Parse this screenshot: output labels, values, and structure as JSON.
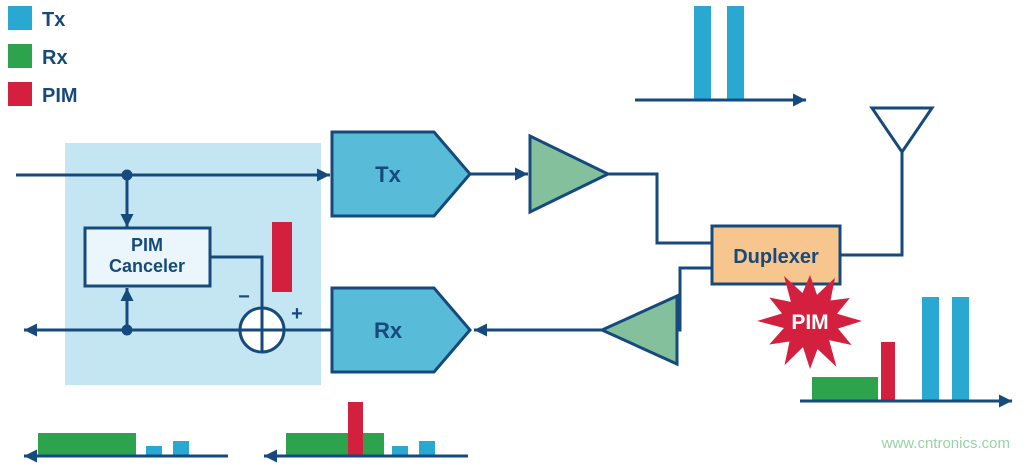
{
  "legend": {
    "items": [
      {
        "label": "Tx",
        "color": "#29A8D2"
      },
      {
        "label": "Rx",
        "color": "#2EA34D"
      },
      {
        "label": "PIM",
        "color": "#D2203E"
      }
    ]
  },
  "blocks": {
    "tx": "Tx",
    "rx": "Rx",
    "canceler_line1": "PIM",
    "canceler_line2": "Canceler",
    "duplexer": "Duplexer",
    "pim_burst": "PIM"
  },
  "summing_node": {
    "minus_label": "−",
    "plus_label": "+"
  },
  "watermark": "www.cntronics.com",
  "colors": {
    "line_navy": "#174A7C",
    "tx_cyan": "#29A8D2",
    "block_cyan": "#58BBD8",
    "rx_green": "#2EA34D",
    "amp_green": "#84C09B",
    "pim_red": "#D2203E",
    "panel_blue": "#C4E6F2",
    "duplexer_orange": "#F7C58E",
    "watermark_green": "#97D3A3"
  },
  "spectra": {
    "tx_output_top": {
      "bars": [
        "tx-tone",
        "tx-tone"
      ]
    },
    "antenna_bottom_right": {
      "bars": [
        "rx-wideband",
        "pim",
        "tx-tone",
        "tx-tone"
      ]
    },
    "rx_with_pim_bottom_middle": {
      "bars": [
        "rx-wideband",
        "pim",
        "tx-leak",
        "tx-leak"
      ]
    },
    "rx_clean_bottom_left": {
      "bars": [
        "rx-wideband",
        "tx-leak",
        "tx-leak"
      ]
    }
  }
}
